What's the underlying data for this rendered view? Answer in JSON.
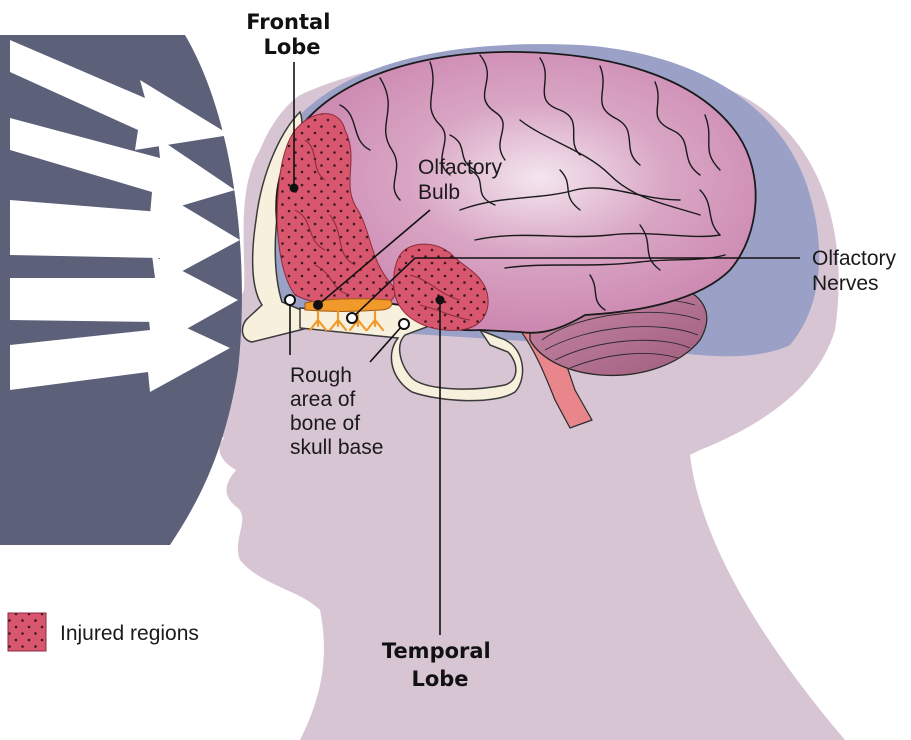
{
  "labels": {
    "frontal_lobe": [
      "Frontal",
      "Lobe"
    ],
    "olfactory_bulb": [
      "Olfactory",
      "Bulb"
    ],
    "olfactory_nerves": [
      "Olfactory",
      "Nerves"
    ],
    "rough_area": [
      "Rough",
      "area of",
      "bone of",
      "skull base"
    ],
    "temporal_lobe": [
      "Temporal",
      "Lobe"
    ]
  },
  "legend": {
    "label": "Injured regions"
  },
  "colors": {
    "impact_object": "#5c6079",
    "head_silhouette": "#d7c5d4",
    "skull_outline": "#9aa0c6",
    "brain": "#d49ab8",
    "brain_lines": "#1a1a1a",
    "injured_region": "#d9576e",
    "bone": "#f6f0dc",
    "olfactory_nerve": "#f19a2b",
    "brainstem": "#e8868c",
    "cerebellum": "#b46f8d"
  },
  "icons": {
    "impact_arrows": "arrow-right-icon",
    "legend_swatch": "dotted-square-icon"
  }
}
